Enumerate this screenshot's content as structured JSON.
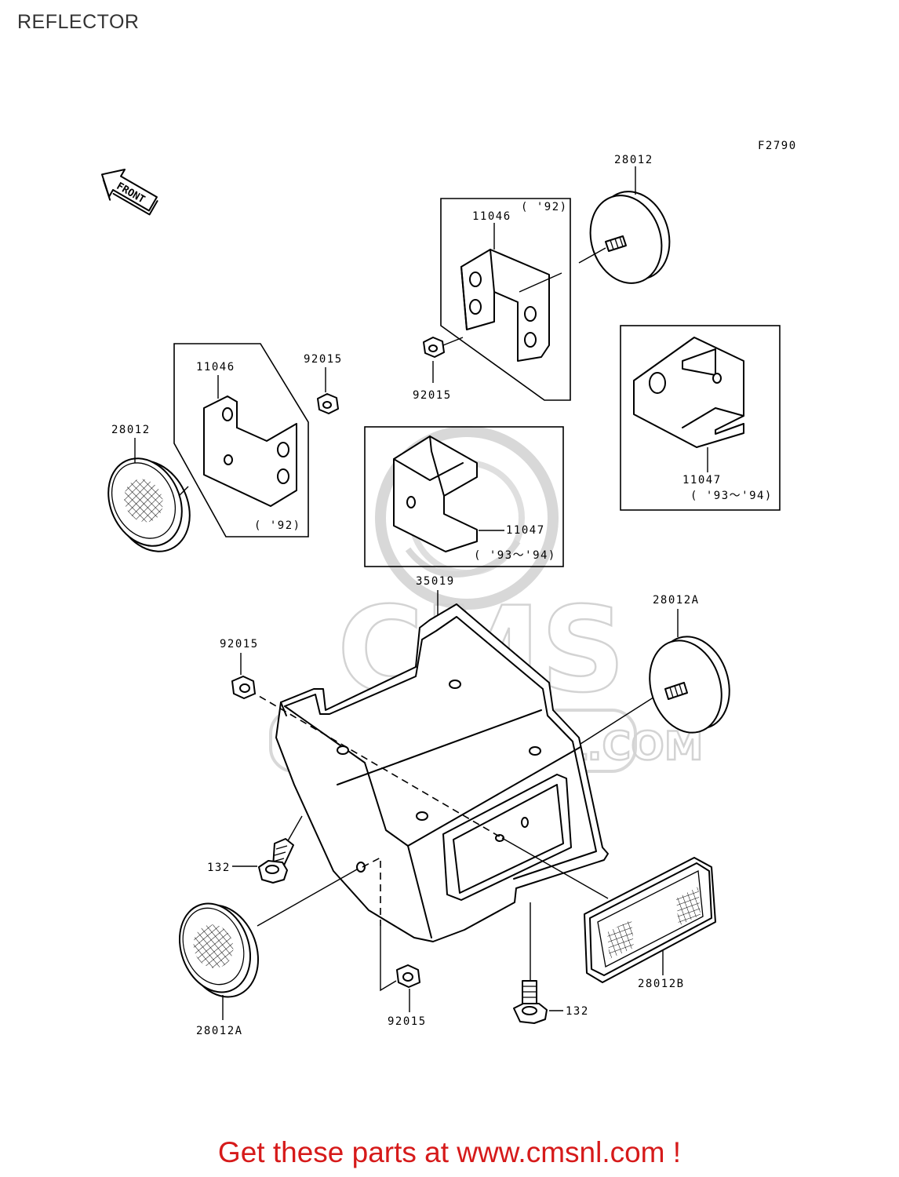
{
  "page": {
    "title": "REFLECTOR",
    "footer_text": "Get these parts at www.cmsnl.com !"
  },
  "diagram": {
    "figure_code": "F2790",
    "front_arrow_text": "FRONT",
    "watermark": {
      "logo_text": "CMS",
      "url_text": "WWW.CMSNL.COM"
    },
    "labels": {
      "reflector_top_right": "28012",
      "bracket_top_center": "11046",
      "year_top_center": "( '92)",
      "nut_top_center": "92015",
      "bracket_left": "11046",
      "nut_left": "92015",
      "reflector_left": "28012",
      "year_left": "( '92)",
      "bracket_center": "11047",
      "year_center": "( '93～'94)",
      "bracket_right": "11047",
      "year_right": "( '93～'94)",
      "bracket_main": "35019",
      "reflector_right_a": "28012A",
      "nut_main": "92015",
      "bolt_left": "132",
      "reflector_left_a": "28012A",
      "nut_bottom": "92015",
      "bolt_bottom": "132",
      "reflector_rear_b": "28012B"
    }
  }
}
